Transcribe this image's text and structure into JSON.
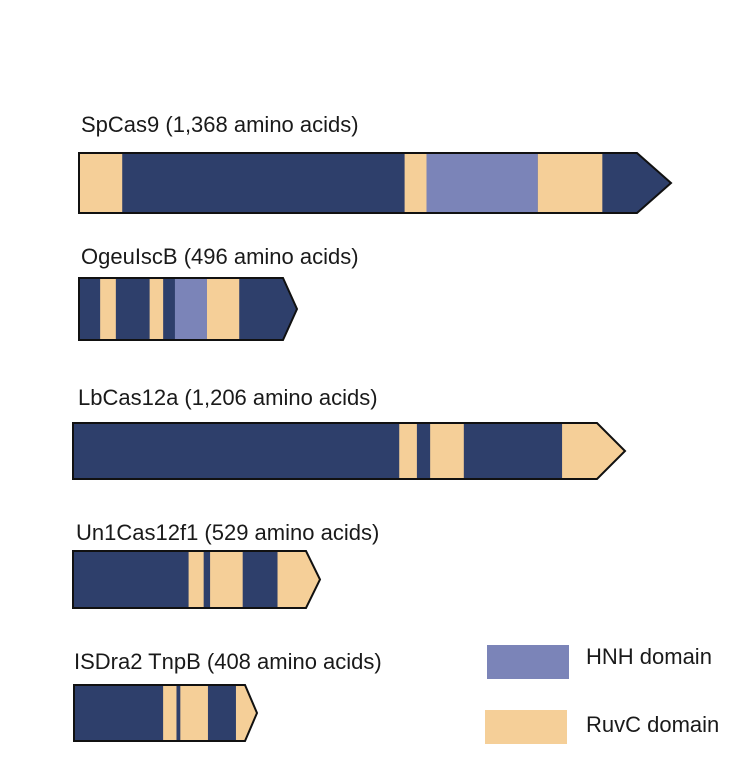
{
  "colors": {
    "background_domain": "#2e3f6b",
    "hnh": "#7b84b8",
    "ruvc": "#f5cf98",
    "outline": "#111111"
  },
  "proteins": [
    {
      "label": "SpCas9 (1,368 amino acids)",
      "length": 1368,
      "domains": [
        {
          "type": "ruvc",
          "start": 0.0,
          "end": 0.073
        },
        {
          "type": "ruvc",
          "start": 0.55,
          "end": 0.587
        },
        {
          "type": "hnh",
          "start": 0.587,
          "end": 0.775
        },
        {
          "type": "ruvc",
          "start": 0.775,
          "end": 0.884
        }
      ]
    },
    {
      "label": "OgeuIscB (496 amino acids)",
      "length": 496,
      "domains": [
        {
          "type": "ruvc",
          "start": 0.097,
          "end": 0.169
        },
        {
          "type": "ruvc",
          "start": 0.324,
          "end": 0.386
        },
        {
          "type": "hnh",
          "start": 0.44,
          "end": 0.587
        },
        {
          "type": "ruvc",
          "start": 0.587,
          "end": 0.735
        }
      ]
    },
    {
      "label": "LbCas12a (1,206 amino acids)",
      "length": 1206,
      "domains": [
        {
          "type": "ruvc",
          "start": 0.591,
          "end": 0.623
        },
        {
          "type": "ruvc",
          "start": 0.647,
          "end": 0.708
        },
        {
          "type": "ruvc",
          "start": 0.886,
          "end": 1.0
        }
      ]
    },
    {
      "label": "Un1Cas12f1 (529 amino acids)",
      "length": 529,
      "domains": [
        {
          "type": "ruvc",
          "start": 0.468,
          "end": 0.529
        },
        {
          "type": "ruvc",
          "start": 0.555,
          "end": 0.687
        },
        {
          "type": "ruvc",
          "start": 0.828,
          "end": 1.0
        }
      ]
    },
    {
      "label": "ISDra2 TnpB (408 amino acids)",
      "length": 408,
      "domains": [
        {
          "type": "ruvc",
          "start": 0.487,
          "end": 0.56
        },
        {
          "type": "ruvc",
          "start": 0.581,
          "end": 0.732
        },
        {
          "type": "ruvc",
          "start": 0.885,
          "end": 1.0
        }
      ]
    }
  ],
  "legend": [
    {
      "type": "hnh",
      "label": "HNH domain"
    },
    {
      "type": "ruvc",
      "label": "RuvC domain"
    }
  ]
}
